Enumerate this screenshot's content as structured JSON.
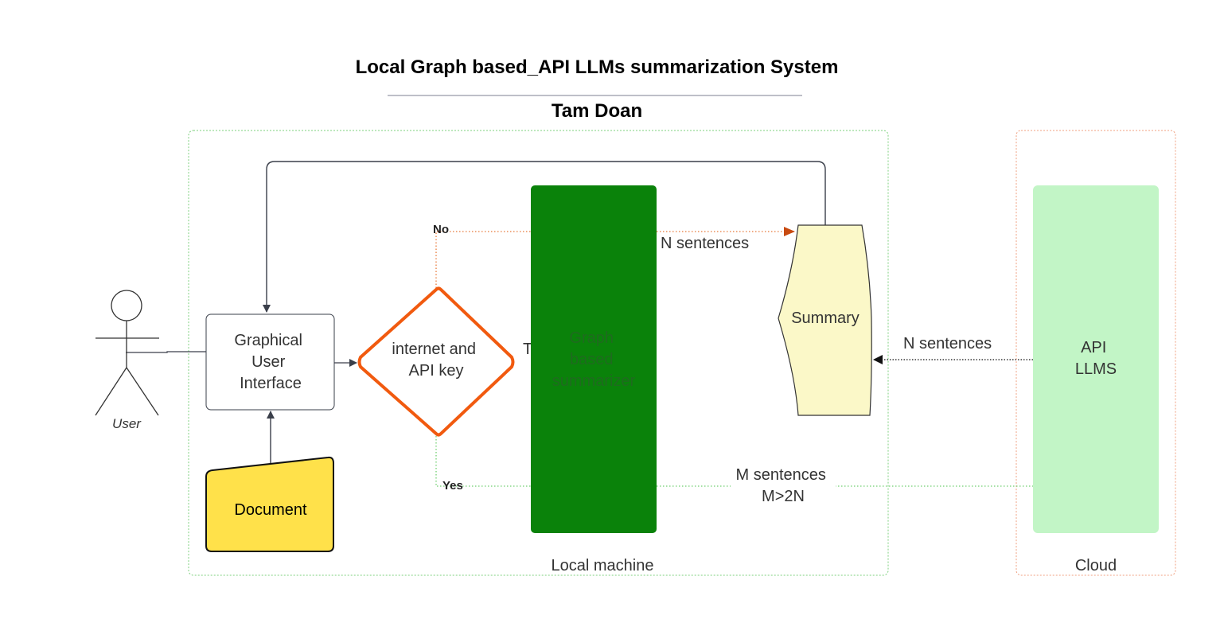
{
  "title": "Local Graph based_API LLMs summarization  System",
  "author": "Tam Doan",
  "actor": {
    "label": "User"
  },
  "groups": {
    "local": "Local  machine",
    "cloud": "Cloud"
  },
  "nodes": {
    "gui": [
      "Graphical",
      "User",
      "Interface"
    ],
    "document": "Document",
    "decision": [
      "internet and",
      "API key"
    ],
    "summarizer": [
      "Graph",
      "based",
      "summarizer"
    ],
    "summary": "Summary",
    "api": [
      "API",
      "LLMS"
    ]
  },
  "edges": {
    "no": "No",
    "yes": "Yes",
    "n_sentences_top": "N sentences",
    "n_sentences_api": "N sentences",
    "m_sentences": [
      "M sentences",
      "M>2N"
    ],
    "clipped": "T"
  },
  "colors": {
    "local_border": "#7ed07e",
    "cloud_border": "#f0a080",
    "decision": "#f15a0f",
    "summarizer": "#0a820a",
    "summary_fill": "#fbf8c8",
    "document_fill": "#ffe14a",
    "api_fill": "#c2f5c6",
    "no_line": "#e8793a",
    "yes_line": "#6fcf6f"
  }
}
